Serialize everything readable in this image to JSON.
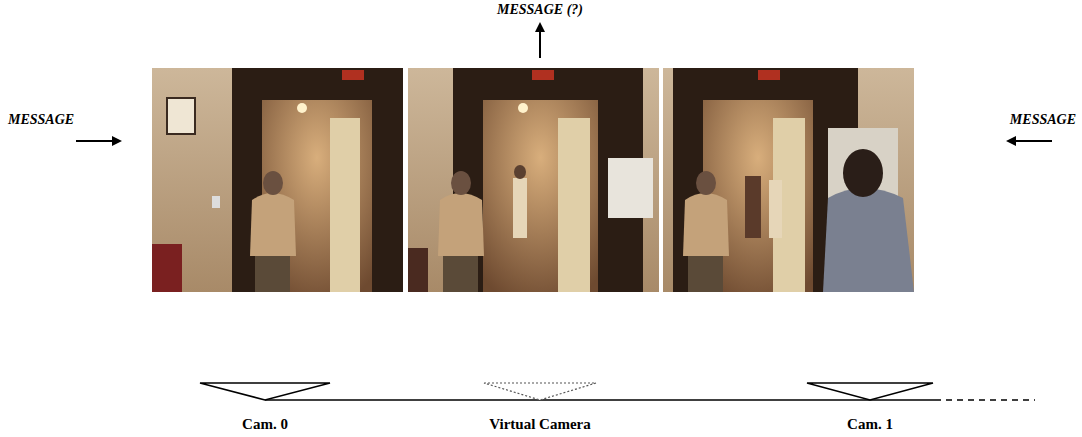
{
  "diagram": {
    "nodes": [
      {
        "text": [
          "Cam. 0"
        ]
      },
      {
        "text": [
          "Virtual Camera"
        ]
      },
      {
        "text": [
          "Cam. 1"
        ]
      }
    ],
    "edges": [
      {
        "from": 0,
        "to": 1,
        "arrow": "none"
      },
      {
        "from": 1,
        "to": 2,
        "arrow": "none"
      }
    ],
    "labels": [
      "MESSAGE (?)",
      "MESSAGE",
      "MESSAGE"
    ]
  }
}
